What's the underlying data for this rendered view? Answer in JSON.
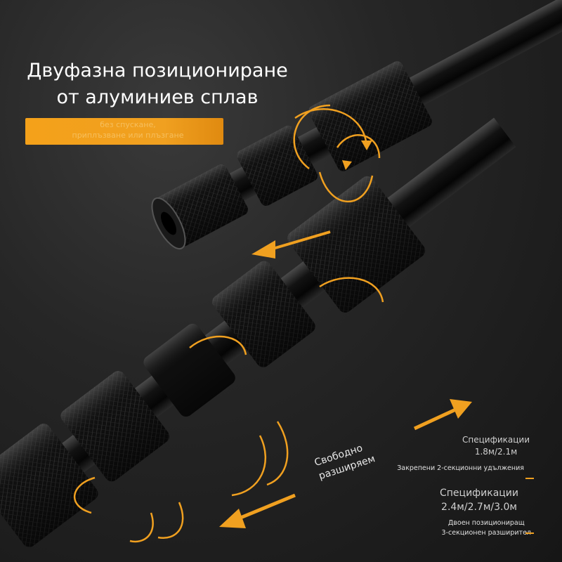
{
  "headline": {
    "line1": "Двуфазна позициониране",
    "line2": "от алуминиев сплав"
  },
  "banner": {
    "line1": "без спускане,",
    "line2": "приплъзване или плъзгане"
  },
  "expand_label": {
    "line1": "Свободно",
    "line2": "разширяем"
  },
  "spec_short": {
    "title": "Спецификации",
    "sizes": "1.8м/2.1м",
    "note": "Закрепени 2-секционни удължения"
  },
  "spec_long": {
    "title": "Спецификации",
    "sizes": "2.4м/2.7м/3.0м",
    "note_line1": "Двоен позициониращ",
    "note_line2": "3-секционен разширител"
  },
  "colors": {
    "accent": "#f0a020",
    "background": "#262626",
    "pole": "#0a0a0a",
    "text": "#ffffff"
  }
}
